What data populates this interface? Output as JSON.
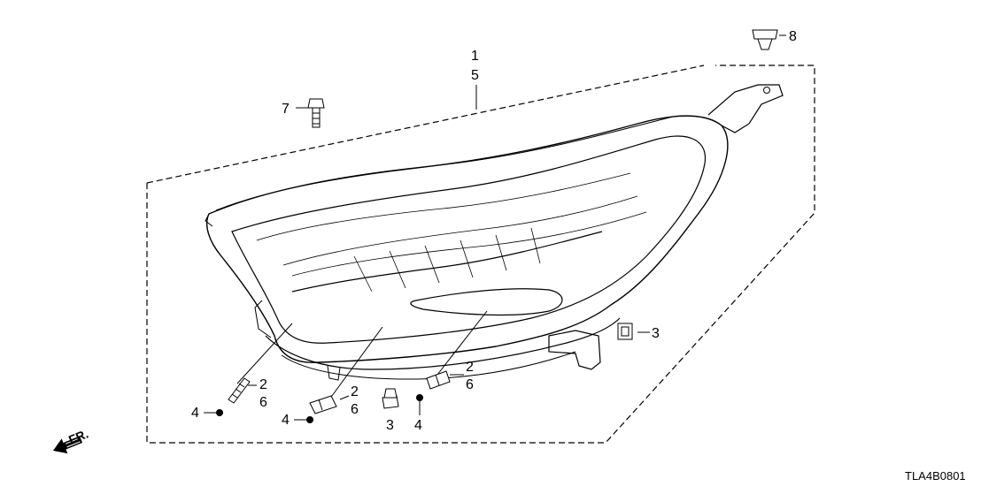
{
  "callouts": {
    "c1": "1",
    "c5": "5",
    "c7": "7",
    "c8": "8",
    "c3_right": "3",
    "c2_left": "2",
    "c6_left": "6",
    "c4_left": "4",
    "c2_mid": "2",
    "c6_mid": "6",
    "c4_mid": "4",
    "c3_bottom": "3",
    "c2_right": "2",
    "c6_right": "6",
    "c4_right": "4"
  },
  "direction_label": "FR.",
  "diagram_code": "TLA4B0801"
}
